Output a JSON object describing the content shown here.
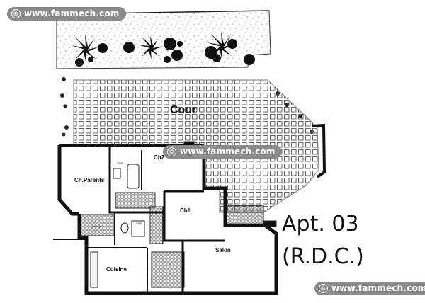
{
  "watermarks": {
    "top_left": "www.fammech.com",
    "center": "www.fammech.com",
    "bottom_right": "www.fammech.com",
    "copyright_symbol": "©"
  },
  "plan": {
    "title_line1": "Apt. 03",
    "title_line2": "(R.D.C.)",
    "rooms": {
      "courtyard": "Cour",
      "parents_bedroom": "Ch.Parents",
      "bedroom_2": "Ch2",
      "bedroom_1": "Ch1",
      "kitchen": "Cuisine",
      "living_room": "Salon",
      "bathroom": "SDB",
      "shower_room": "SDE",
      "laundry": "séchoir"
    }
  },
  "colors": {
    "watermark_bg": "#8a8a8a",
    "wall": "#111111",
    "tile": "#555555"
  }
}
